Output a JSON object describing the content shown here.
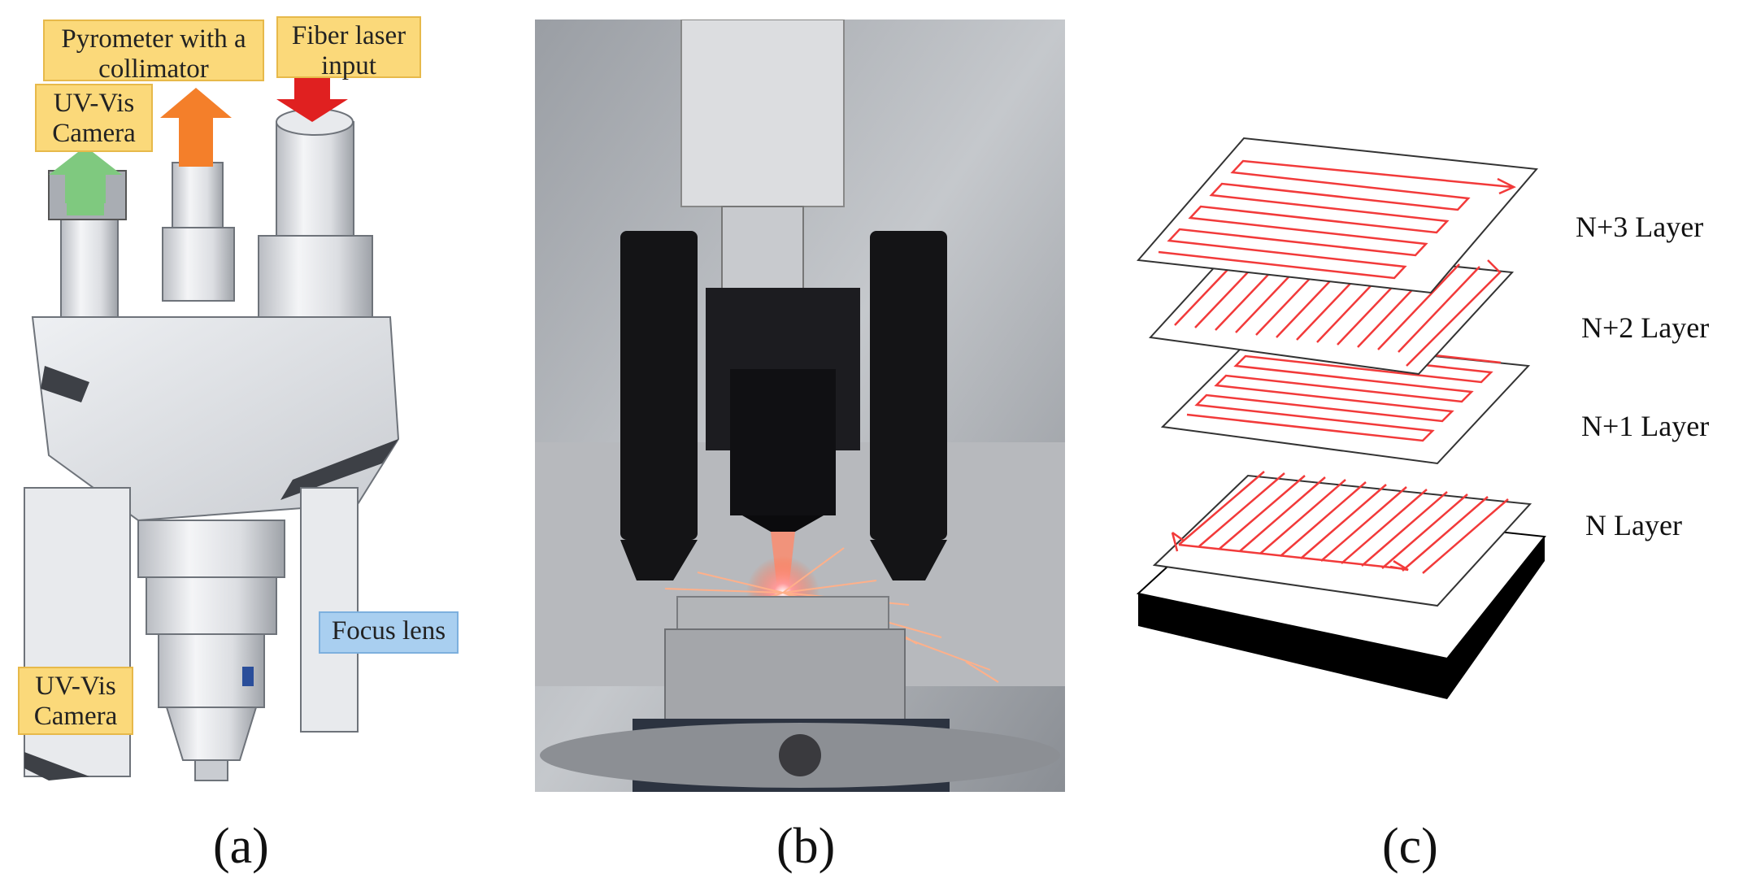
{
  "panel_a": {
    "callouts": {
      "pyrometer": "Pyrometer with a collimator",
      "fiber_laser": "Fiber laser input",
      "uvvis_top": "UV-Vis Camera",
      "focus_lens": "Focus lens",
      "uvvis_bottom": "UV-Vis Camera"
    },
    "arrow_colors": {
      "uvvis": "#7fc97f",
      "pyrometer": "#f47f2a",
      "laser": "#e02020"
    },
    "caption": "(a)"
  },
  "panel_b": {
    "caption": "(b)"
  },
  "panel_c": {
    "layers": [
      "N+3 Layer",
      "N+2 Layer",
      "N+1 Layer",
      "N Layer"
    ],
    "scan_color": "#f23a3a",
    "caption": "(c)"
  }
}
